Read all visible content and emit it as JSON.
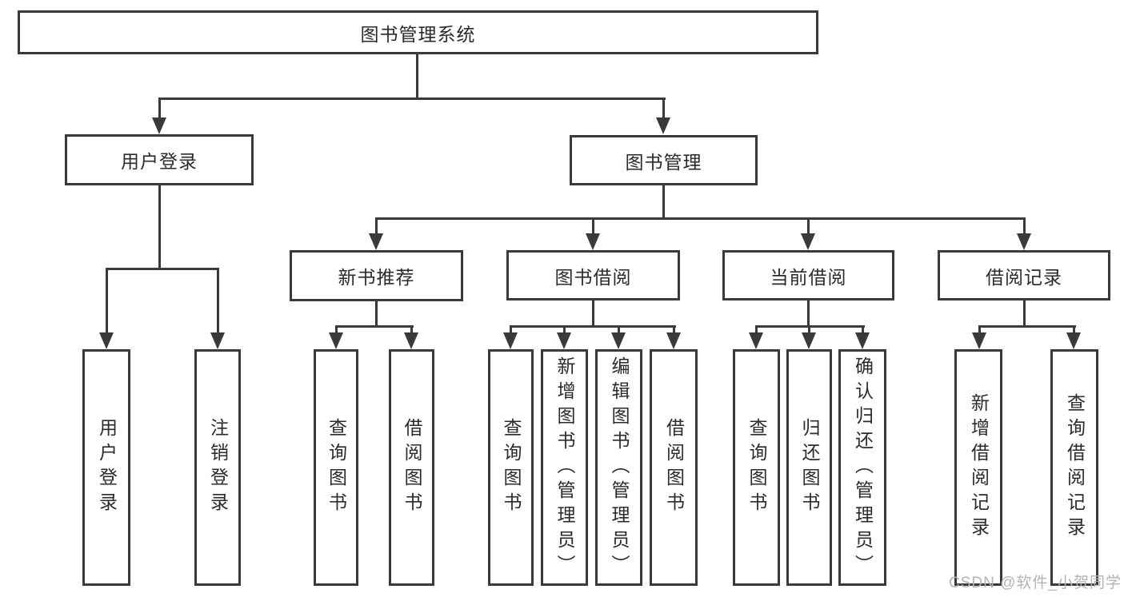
{
  "diagram": {
    "title": "图书管理系统",
    "watermark": "CSDN @软件_小贺同学",
    "colors": {
      "background": "#ffffff",
      "line": "#3a3a3a",
      "box_border": "#3a3a3a",
      "text": "#2b2b2b",
      "watermark": "#b3b3b3"
    },
    "nodes": {
      "root": {
        "label": "图书管理系统"
      },
      "level2": [
        {
          "id": "user-login",
          "label": "用户登录",
          "parent": "图书管理系统"
        },
        {
          "id": "book-management",
          "label": "图书管理",
          "parent": "图书管理系统"
        }
      ],
      "level3": [
        {
          "id": "new-book-recommend",
          "label": "新书推荐",
          "parent": "图书管理"
        },
        {
          "id": "book-borrowing",
          "label": "图书借阅",
          "parent": "图书管理"
        },
        {
          "id": "current-borrowing",
          "label": "当前借阅",
          "parent": "图书管理"
        },
        {
          "id": "borrowing-records",
          "label": "借阅记录",
          "parent": "图书管理"
        }
      ],
      "leaves": [
        {
          "id": "leaf-user-login",
          "label": "用户登录",
          "parent": "用户登录"
        },
        {
          "id": "leaf-logout",
          "label": "注销登录",
          "parent": "用户登录"
        },
        {
          "id": "leaf-query-books-recommend",
          "label": "查询图书",
          "parent": "新书推荐"
        },
        {
          "id": "leaf-borrow-books-recommend",
          "label": "借阅图书",
          "parent": "新书推荐"
        },
        {
          "id": "leaf-query-books-borrow",
          "label": "查询图书",
          "parent": "图书借阅"
        },
        {
          "id": "leaf-add-books-admin",
          "label": "新增图书（管理员）",
          "parent": "图书借阅"
        },
        {
          "id": "leaf-edit-books-admin",
          "label": "编辑图书（管理员）",
          "parent": "图书借阅"
        },
        {
          "id": "leaf-borrow-books",
          "label": "借阅图书",
          "parent": "图书借阅"
        },
        {
          "id": "leaf-query-books-current",
          "label": "查询图书",
          "parent": "当前借阅"
        },
        {
          "id": "leaf-return-books",
          "label": "归还图书",
          "parent": "当前借阅"
        },
        {
          "id": "leaf-confirm-return-admin",
          "label": "确认归还（管理员）",
          "parent": "当前借阅"
        },
        {
          "id": "leaf-add-borrow-record",
          "label": "新增借阅记录",
          "parent": "借阅记录"
        },
        {
          "id": "leaf-query-borrow-record",
          "label": "查询借阅记录",
          "parent": "借阅记录"
        }
      ]
    }
  }
}
